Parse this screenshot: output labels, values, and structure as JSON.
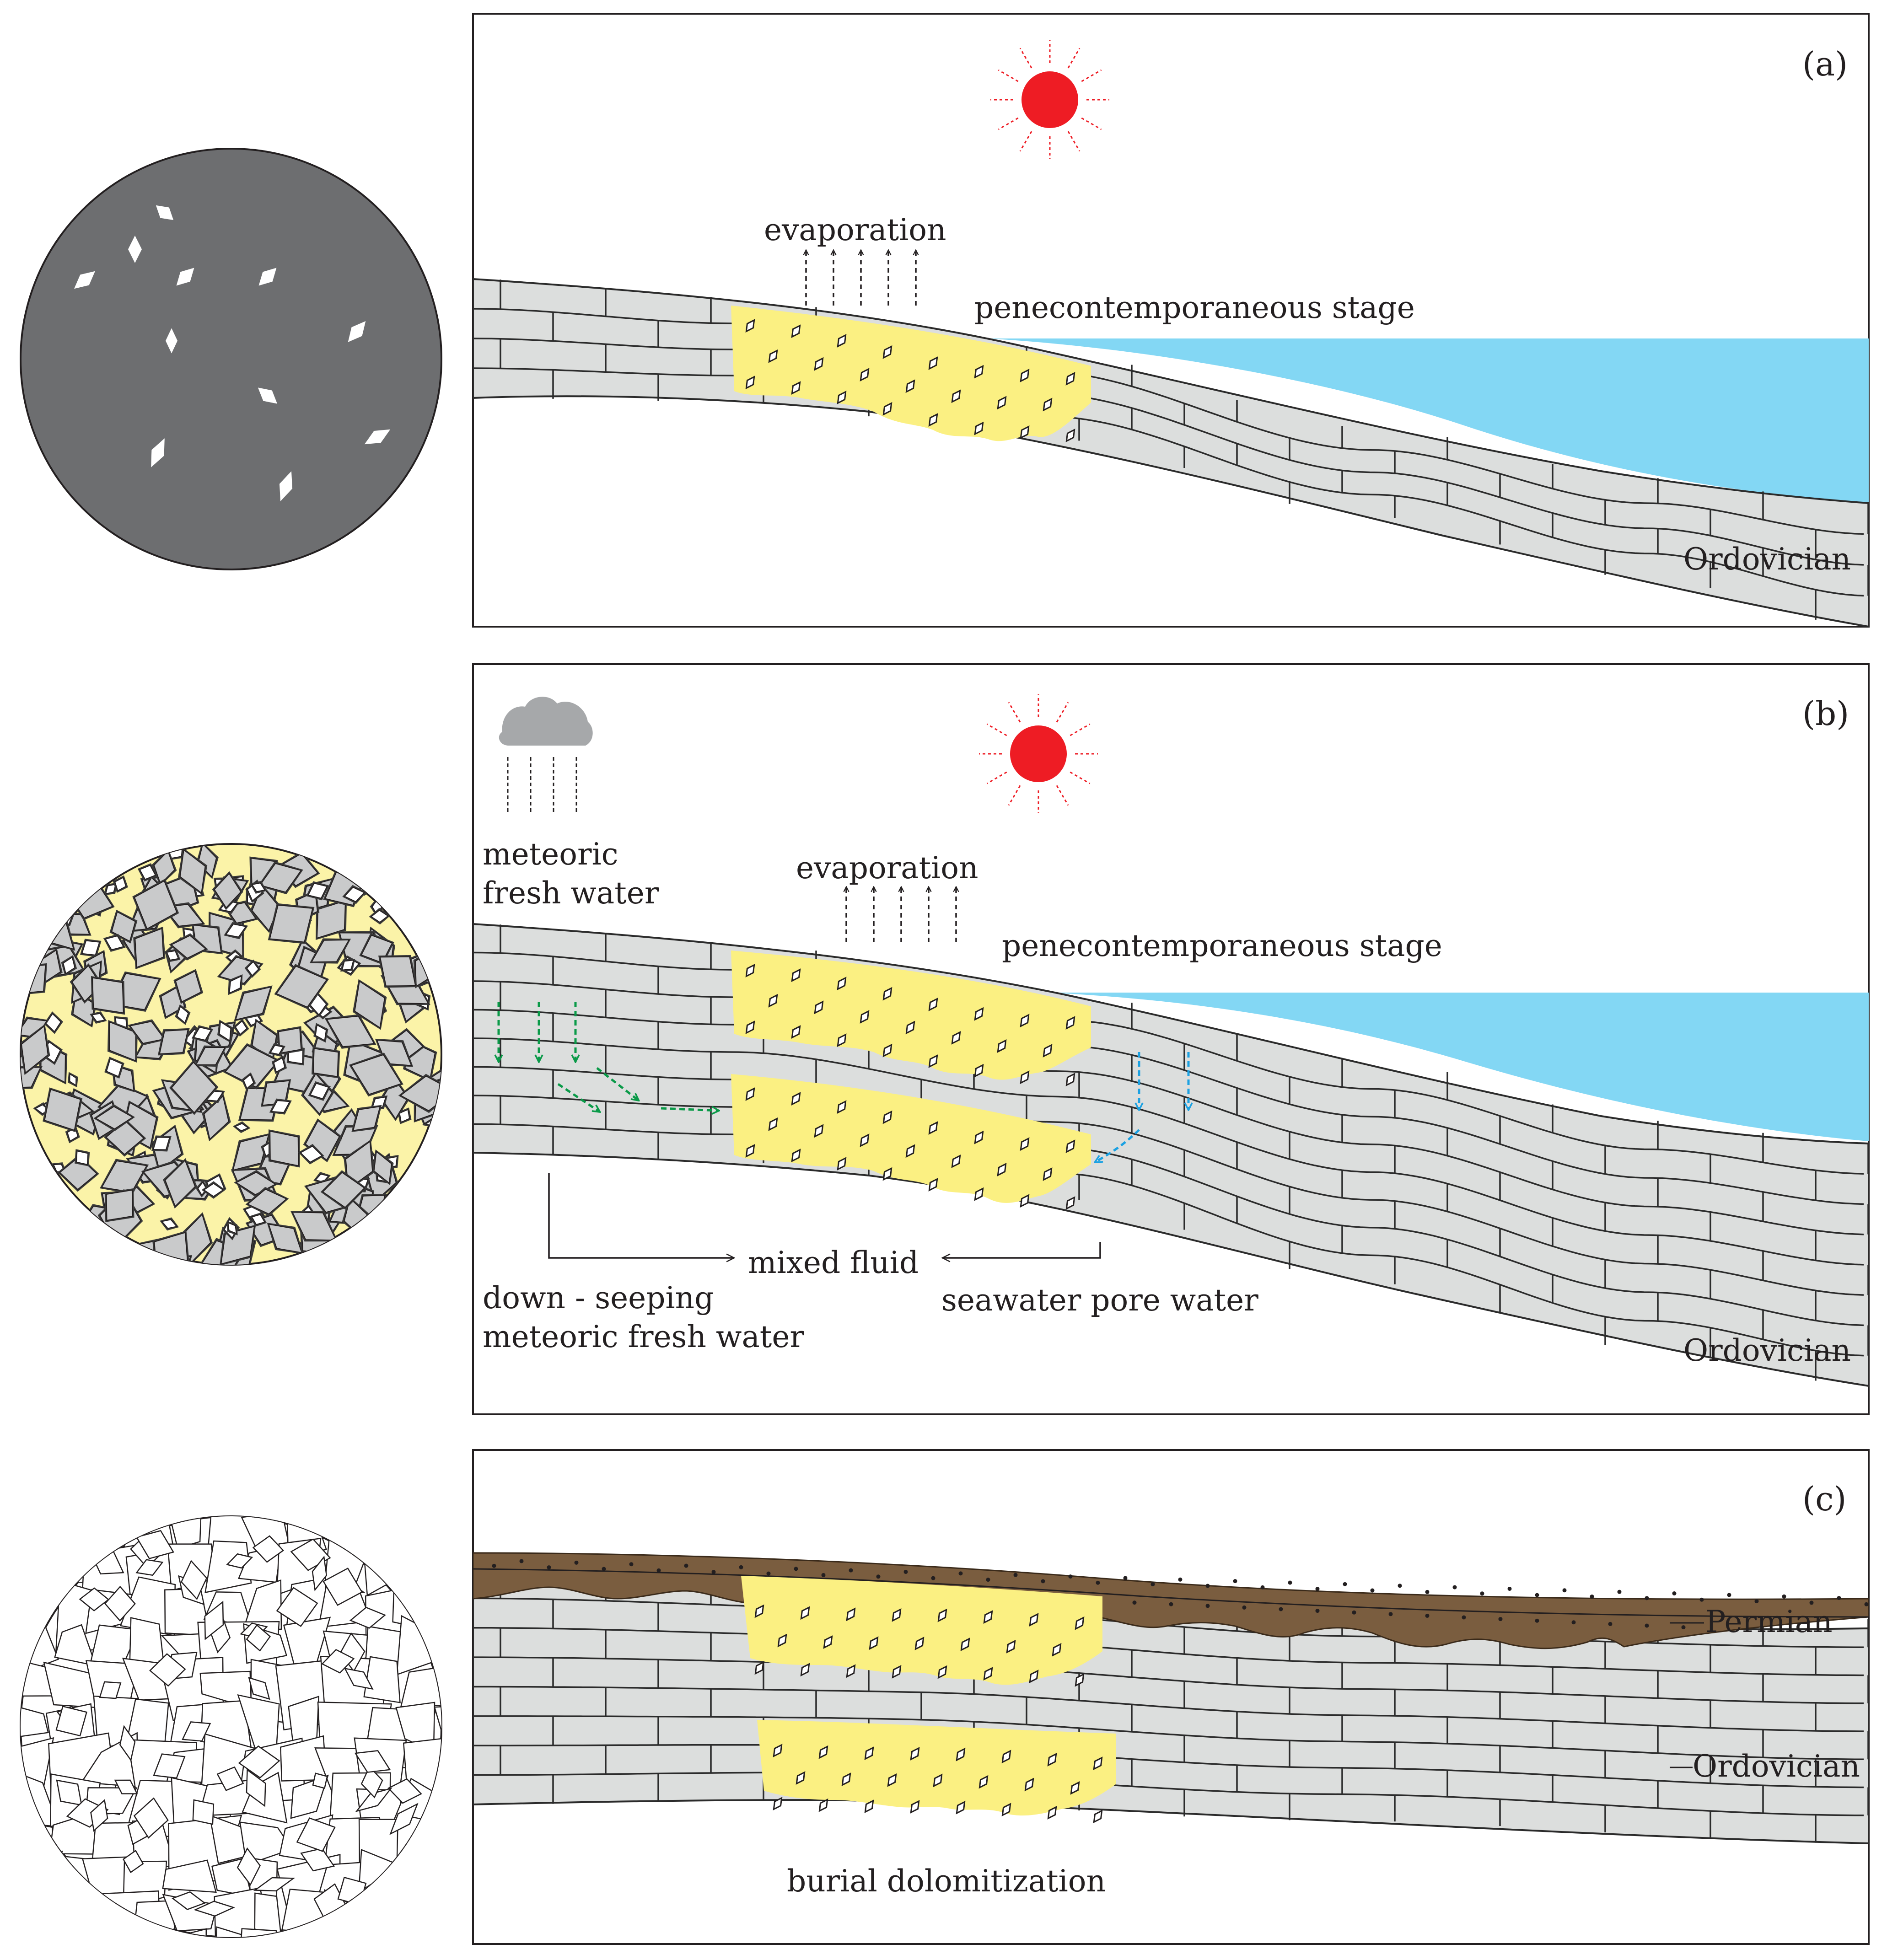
{
  "panels": [
    {
      "id": "a",
      "label": "(a)",
      "evaporation": "evaporation",
      "stage": "penecontemporaneous stage",
      "formation": "Ordovician"
    },
    {
      "id": "b",
      "label": "(b)",
      "meteoric": [
        "meteoric",
        "fresh water"
      ],
      "evaporation": "evaporation",
      "stage": "penecontemporaneous stage",
      "mixed_fluid": "mixed fluid",
      "down_seeping": [
        "down - seeping",
        "meteoric fresh water"
      ],
      "seawater": "seawater pore water",
      "formation": "Ordovician"
    },
    {
      "id": "c",
      "label": "(c)",
      "permian": "Permian",
      "formation": "Ordovician",
      "process": "burial dolomitization"
    }
  ],
  "colors": {
    "sun": "#ee1c24",
    "seawater": "#83d7f4",
    "dolomite": "#fbf082",
    "limestone": "#dcdedd",
    "micrite": "#6d6e70",
    "permian": "#7a5d3f",
    "meteoric_arrow": "#0a9a48",
    "seawater_arrow": "#1ba1e2",
    "cloud": "#a6a8aa"
  }
}
